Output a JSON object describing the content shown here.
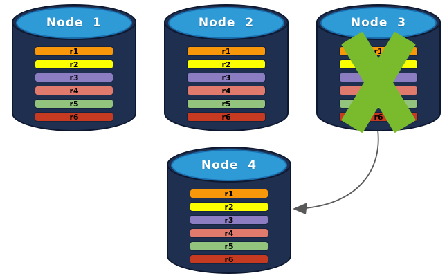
{
  "diagram": {
    "description": "Database replication diagram: four database node cylinders each holding rows r1-r6; Node 3 is crossed out and an arrow points from Node 3 to Node 4",
    "nodes": [
      {
        "label": "Node  1",
        "crossed_out": false,
        "rows": [
          {
            "label": "r1",
            "color": "#F79709"
          },
          {
            "label": "r2",
            "color": "#FCFF00"
          },
          {
            "label": "r3",
            "color": "#8C7CC2"
          },
          {
            "label": "r4",
            "color": "#DF7A6C"
          },
          {
            "label": "r5",
            "color": "#93C47D"
          },
          {
            "label": "r6",
            "color": "#C63A21"
          }
        ]
      },
      {
        "label": "Node  2",
        "crossed_out": false,
        "rows": [
          {
            "label": "r1",
            "color": "#F79709"
          },
          {
            "label": "r2",
            "color": "#FCFF00"
          },
          {
            "label": "r3",
            "color": "#8C7CC2"
          },
          {
            "label": "r4",
            "color": "#DF7A6C"
          },
          {
            "label": "r5",
            "color": "#93C47D"
          },
          {
            "label": "r6",
            "color": "#C63A21"
          }
        ]
      },
      {
        "label": "Node  3",
        "crossed_out": true,
        "rows": [
          {
            "label": "r1",
            "color": "#F79709"
          },
          {
            "label": "r2",
            "color": "#FCFF00"
          },
          {
            "label": "r3",
            "color": "#8C7CC2"
          },
          {
            "label": "r4",
            "color": "#DF7A6C"
          },
          {
            "label": "r5",
            "color": "#93C47D"
          },
          {
            "label": "r6",
            "color": "#C63A21"
          }
        ]
      },
      {
        "label": "Node  4",
        "crossed_out": false,
        "rows": [
          {
            "label": "r1",
            "color": "#F79709"
          },
          {
            "label": "r2",
            "color": "#FCFF00"
          },
          {
            "label": "r3",
            "color": "#8C7CC2"
          },
          {
            "label": "r4",
            "color": "#DF7A6C"
          },
          {
            "label": "r5",
            "color": "#93C47D"
          },
          {
            "label": "r6",
            "color": "#C63A21"
          }
        ]
      }
    ],
    "arrow": {
      "from": "Node 3",
      "to": "Node 4",
      "color": "#595959"
    },
    "colors": {
      "cylinder_body": "#1E2F50",
      "cylinder_top_fill": "#2E9AD6",
      "cylinder_top_stroke": "#1A6FAF",
      "cross": "#79BB2D",
      "node_label_color": "#FFFFFF",
      "row_label_color": "#000000"
    }
  }
}
